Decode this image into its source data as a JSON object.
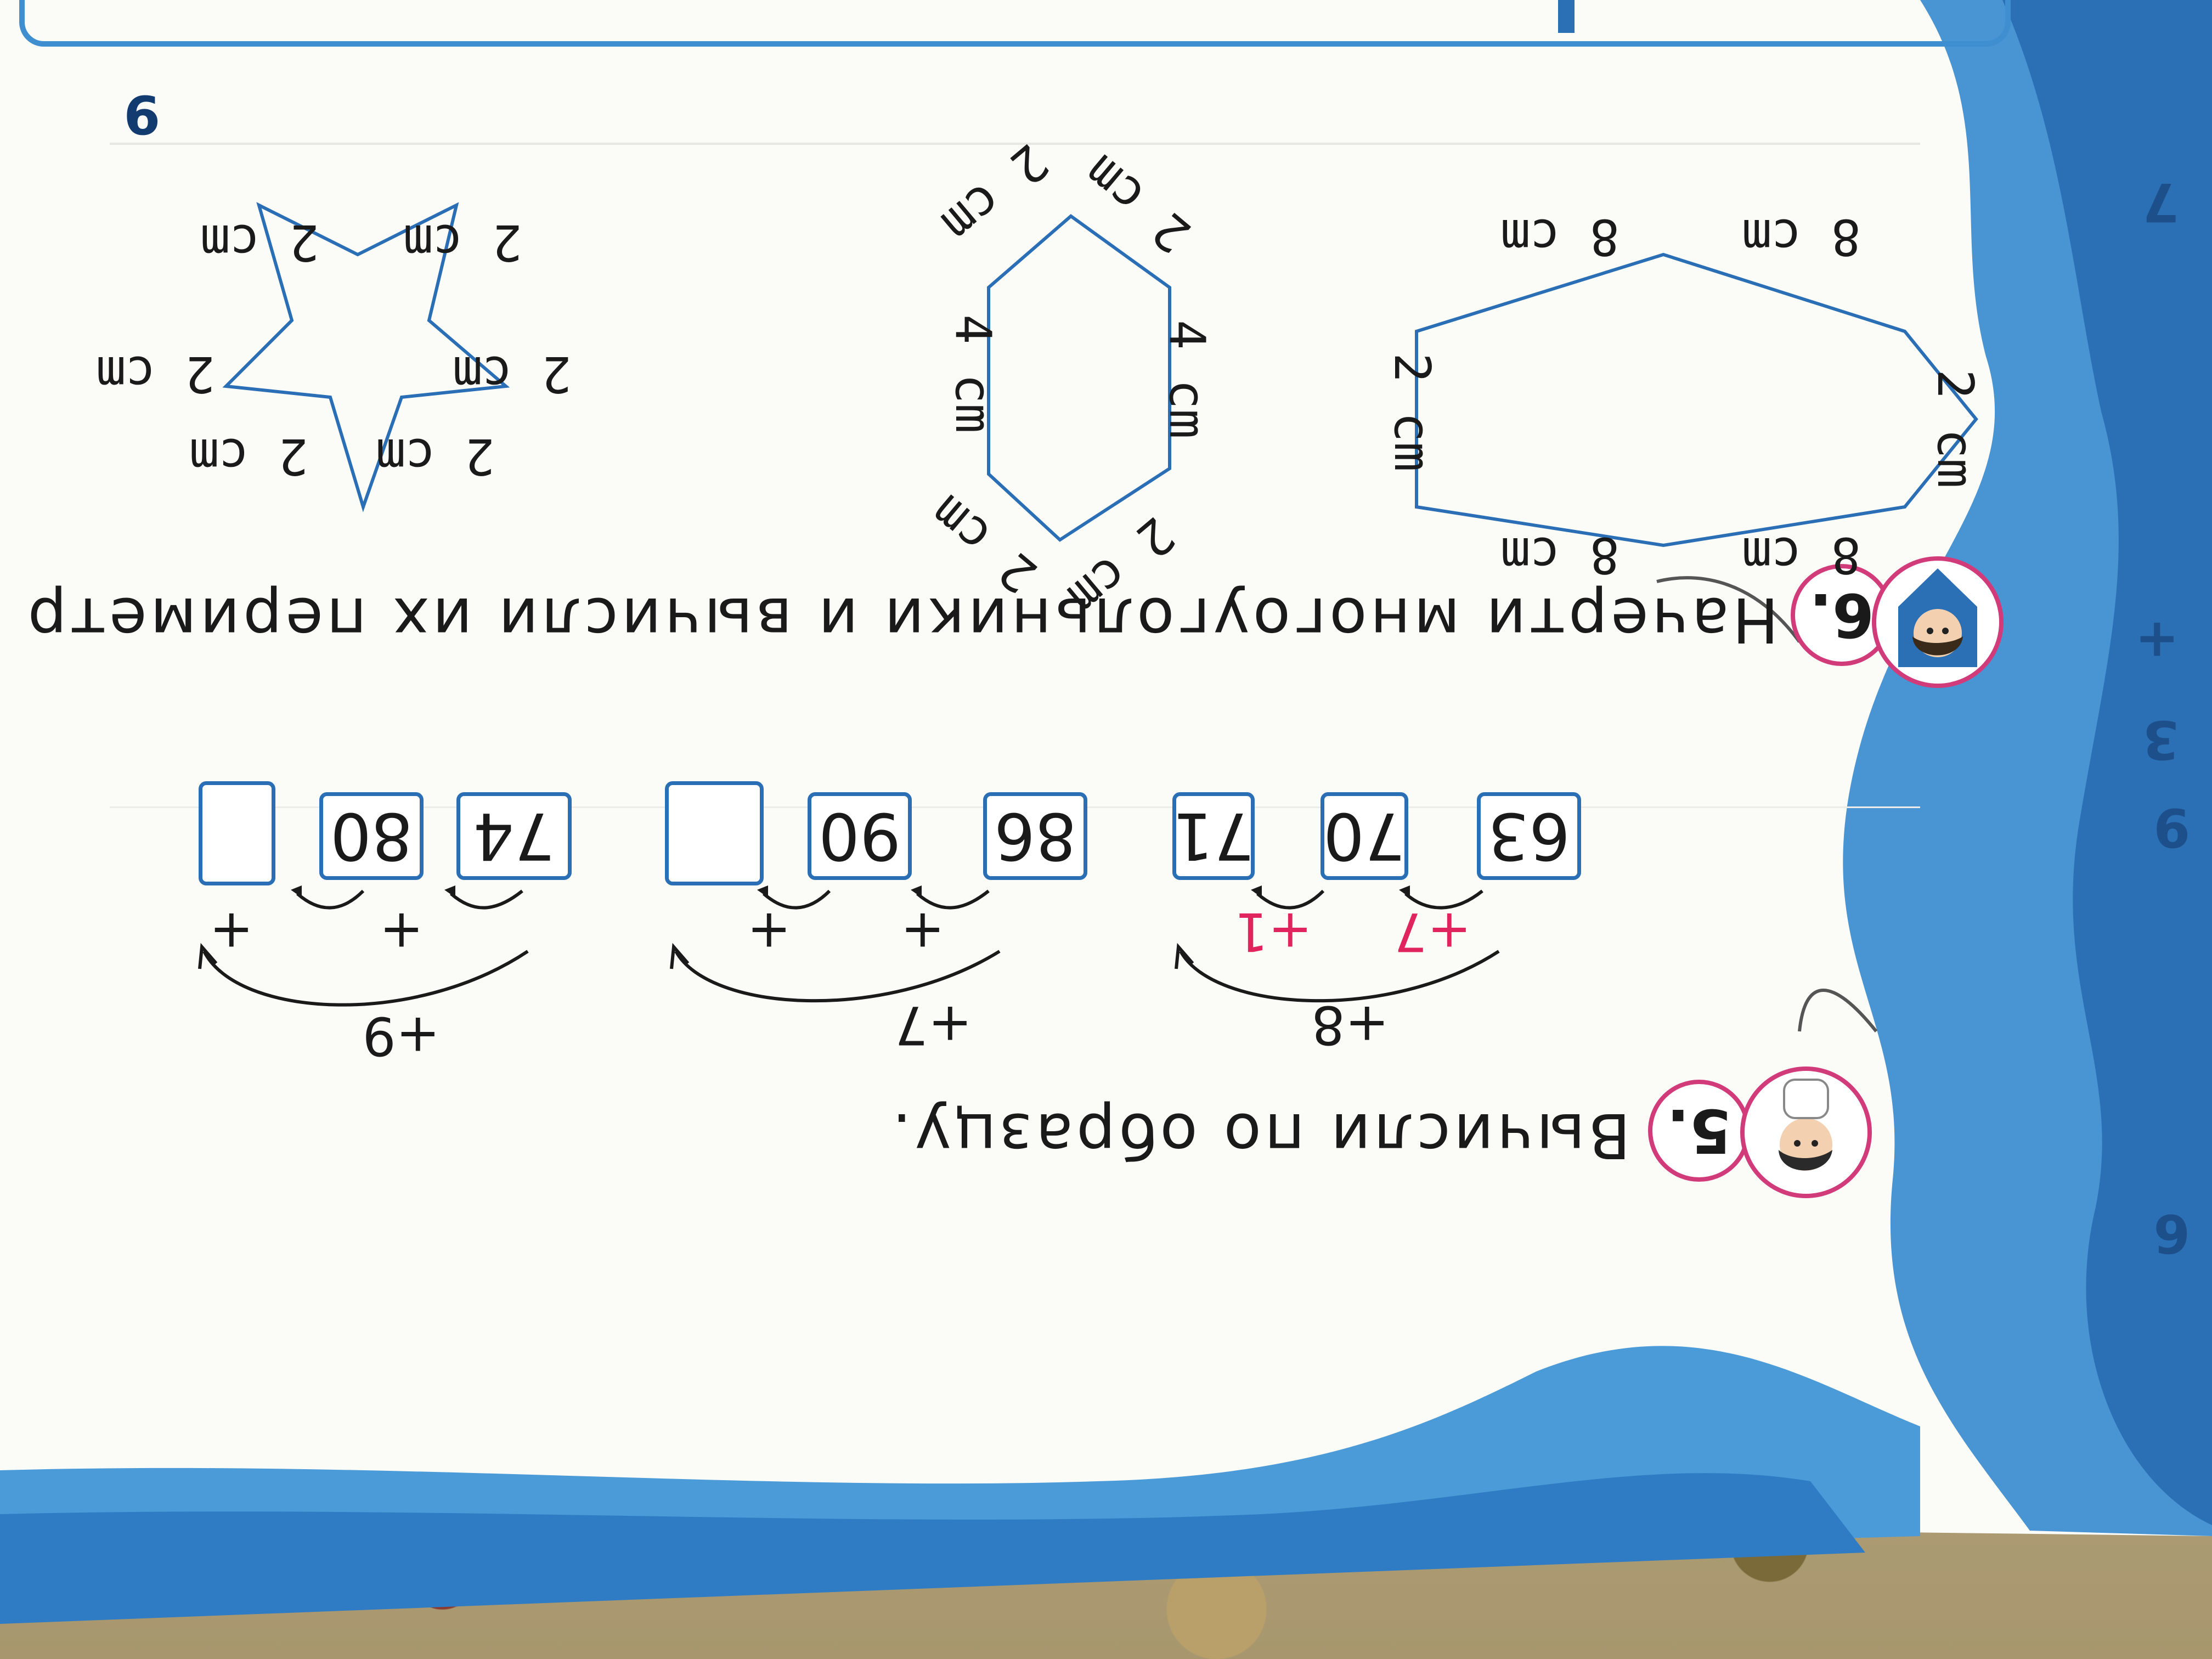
{
  "exercise5": {
    "number": "5.",
    "title": "Вычисли по образцу.",
    "example": {
      "start": "63",
      "mid": "70",
      "end": "71",
      "total_step": "+8",
      "step1": "+7",
      "step2": "+1"
    },
    "task1": {
      "start": "86",
      "mid": "90",
      "end": "",
      "total_step": "+7",
      "op1": "+",
      "op2": "+"
    },
    "task2": {
      "start": "74",
      "mid": "80",
      "end": "",
      "total_step": "+9",
      "op1": "+",
      "op2": "+"
    }
  },
  "exercise6": {
    "number": "6.",
    "title": "Начерти многоугольники и вычисли их периметр",
    "hexagon_long": [
      "2 cm",
      "8 cm",
      "8 cm",
      "2 cm",
      "8 cm",
      "8 cm"
    ],
    "hexagon_regular": [
      "4 cm",
      "2 cm",
      "2 cm",
      "4 cm",
      "2 cm",
      "2 cm"
    ],
    "star": [
      "2 cm",
      "2 cm",
      "2 cm",
      "2 cm",
      "2 cm",
      "2 cm"
    ]
  },
  "margin": {
    "left_number": "9",
    "side_digits": [
      "9",
      "6",
      "3",
      "+",
      "7"
    ]
  },
  "colors": {
    "accent_blue": "#2a6fb5",
    "accent_pink": "#d23b7a",
    "red_hint": "#e0245e",
    "page_blue": "#3f8ed0"
  }
}
